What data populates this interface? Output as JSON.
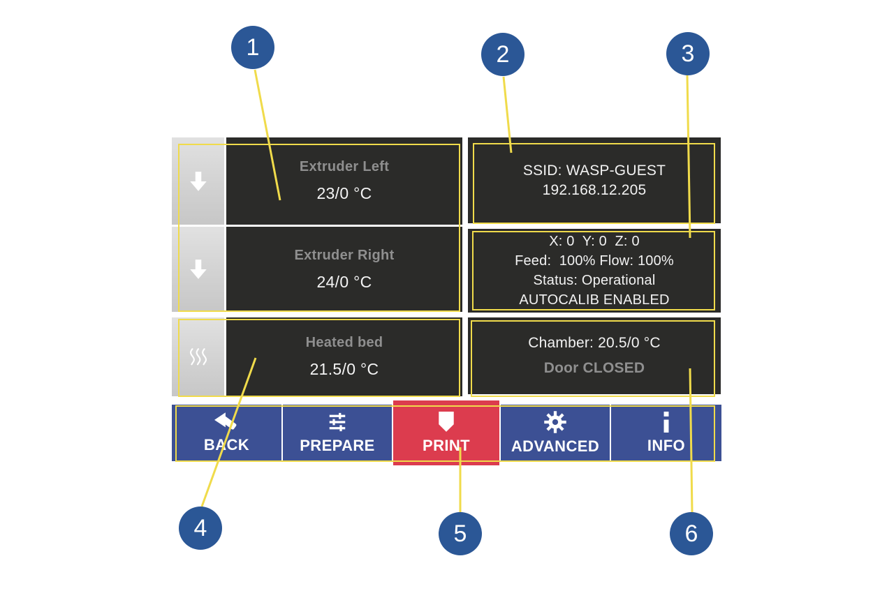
{
  "screen": {
    "left_panels": [
      {
        "icon": "down-arrow-icon",
        "title": "Extruder Left",
        "value": "23/0 °C"
      },
      {
        "icon": "down-arrow-icon",
        "title": "Extruder Right",
        "value": "24/0 °C"
      },
      {
        "icon": "heat-waves-icon",
        "title": "Heated bed",
        "value": "21.5/0 °C"
      }
    ],
    "network_panel": {
      "line1": "SSID: WASP-GUEST",
      "line2": "192.168.12.205"
    },
    "status_panel": {
      "line1": "X: 0  Y: 0  Z: 0",
      "line2": "Feed:  100% Flow: 100%",
      "line3": "Status: Operational",
      "line4": "AUTOCALIB ENABLED"
    },
    "chamber_panel": {
      "line1": "Chamber: 20.5/0 °C",
      "line2": "Door CLOSED"
    },
    "nav": [
      {
        "icon": "back-arrow-icon",
        "label": "BACK",
        "active": false
      },
      {
        "icon": "sliders-icon",
        "label": "PREPARE",
        "active": false
      },
      {
        "icon": "print-icon",
        "label": "PRINT",
        "active": true
      },
      {
        "icon": "gear-icon",
        "label": "ADVANCED",
        "active": false
      },
      {
        "icon": "info-icon",
        "label": "INFO",
        "active": false
      }
    ]
  },
  "callouts": [
    {
      "number": "1"
    },
    {
      "number": "2"
    },
    {
      "number": "3"
    },
    {
      "number": "4"
    },
    {
      "number": "5"
    },
    {
      "number": "6"
    }
  ],
  "colors": {
    "panel_bg": "#2b2b29",
    "strip_gray": "#d2d2d2",
    "title_gray": "#8f8f8f",
    "value_white": "#f4f4f4",
    "nav_blue": "#3c5094",
    "print_red": "#dc3c4e",
    "callout_yellow": "#f0db4b",
    "callout_circle_blue": "#2b5796"
  }
}
